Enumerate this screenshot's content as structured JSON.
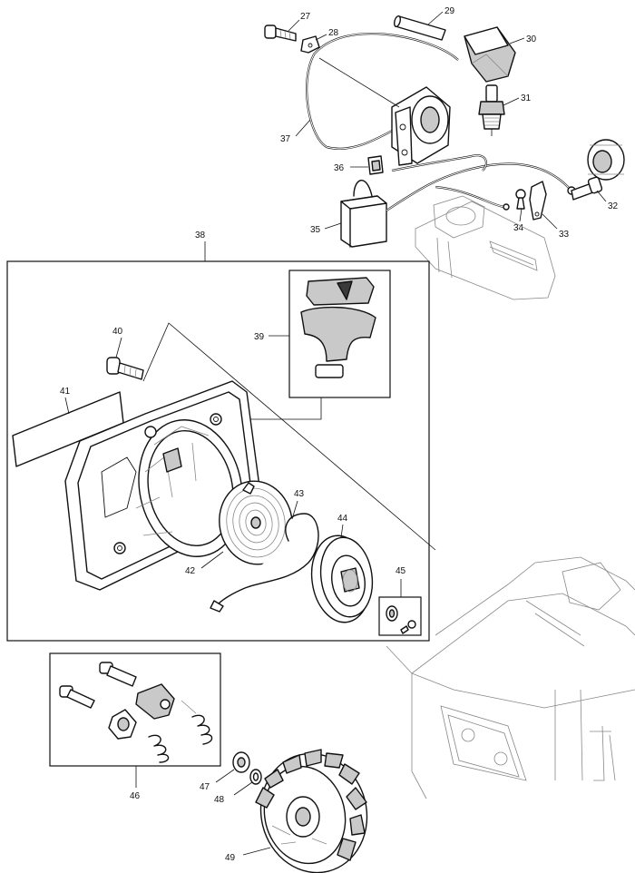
{
  "callouts": {
    "c27": "27",
    "c28": "28",
    "c29": "29",
    "c30": "30",
    "c31": "31",
    "c32": "32",
    "c33": "33",
    "c34": "34",
    "c35": "35",
    "c36": "36",
    "c37": "37",
    "c38": "38",
    "c39": "39",
    "c40": "40",
    "c41": "41",
    "c42": "42",
    "c43": "43",
    "c44": "44",
    "c45": "45",
    "c46": "46",
    "c47": "47",
    "c48": "48",
    "c49": "49"
  },
  "colors": {
    "line": "#111111",
    "shade": "#c9c9c9",
    "background": "#ffffff"
  }
}
